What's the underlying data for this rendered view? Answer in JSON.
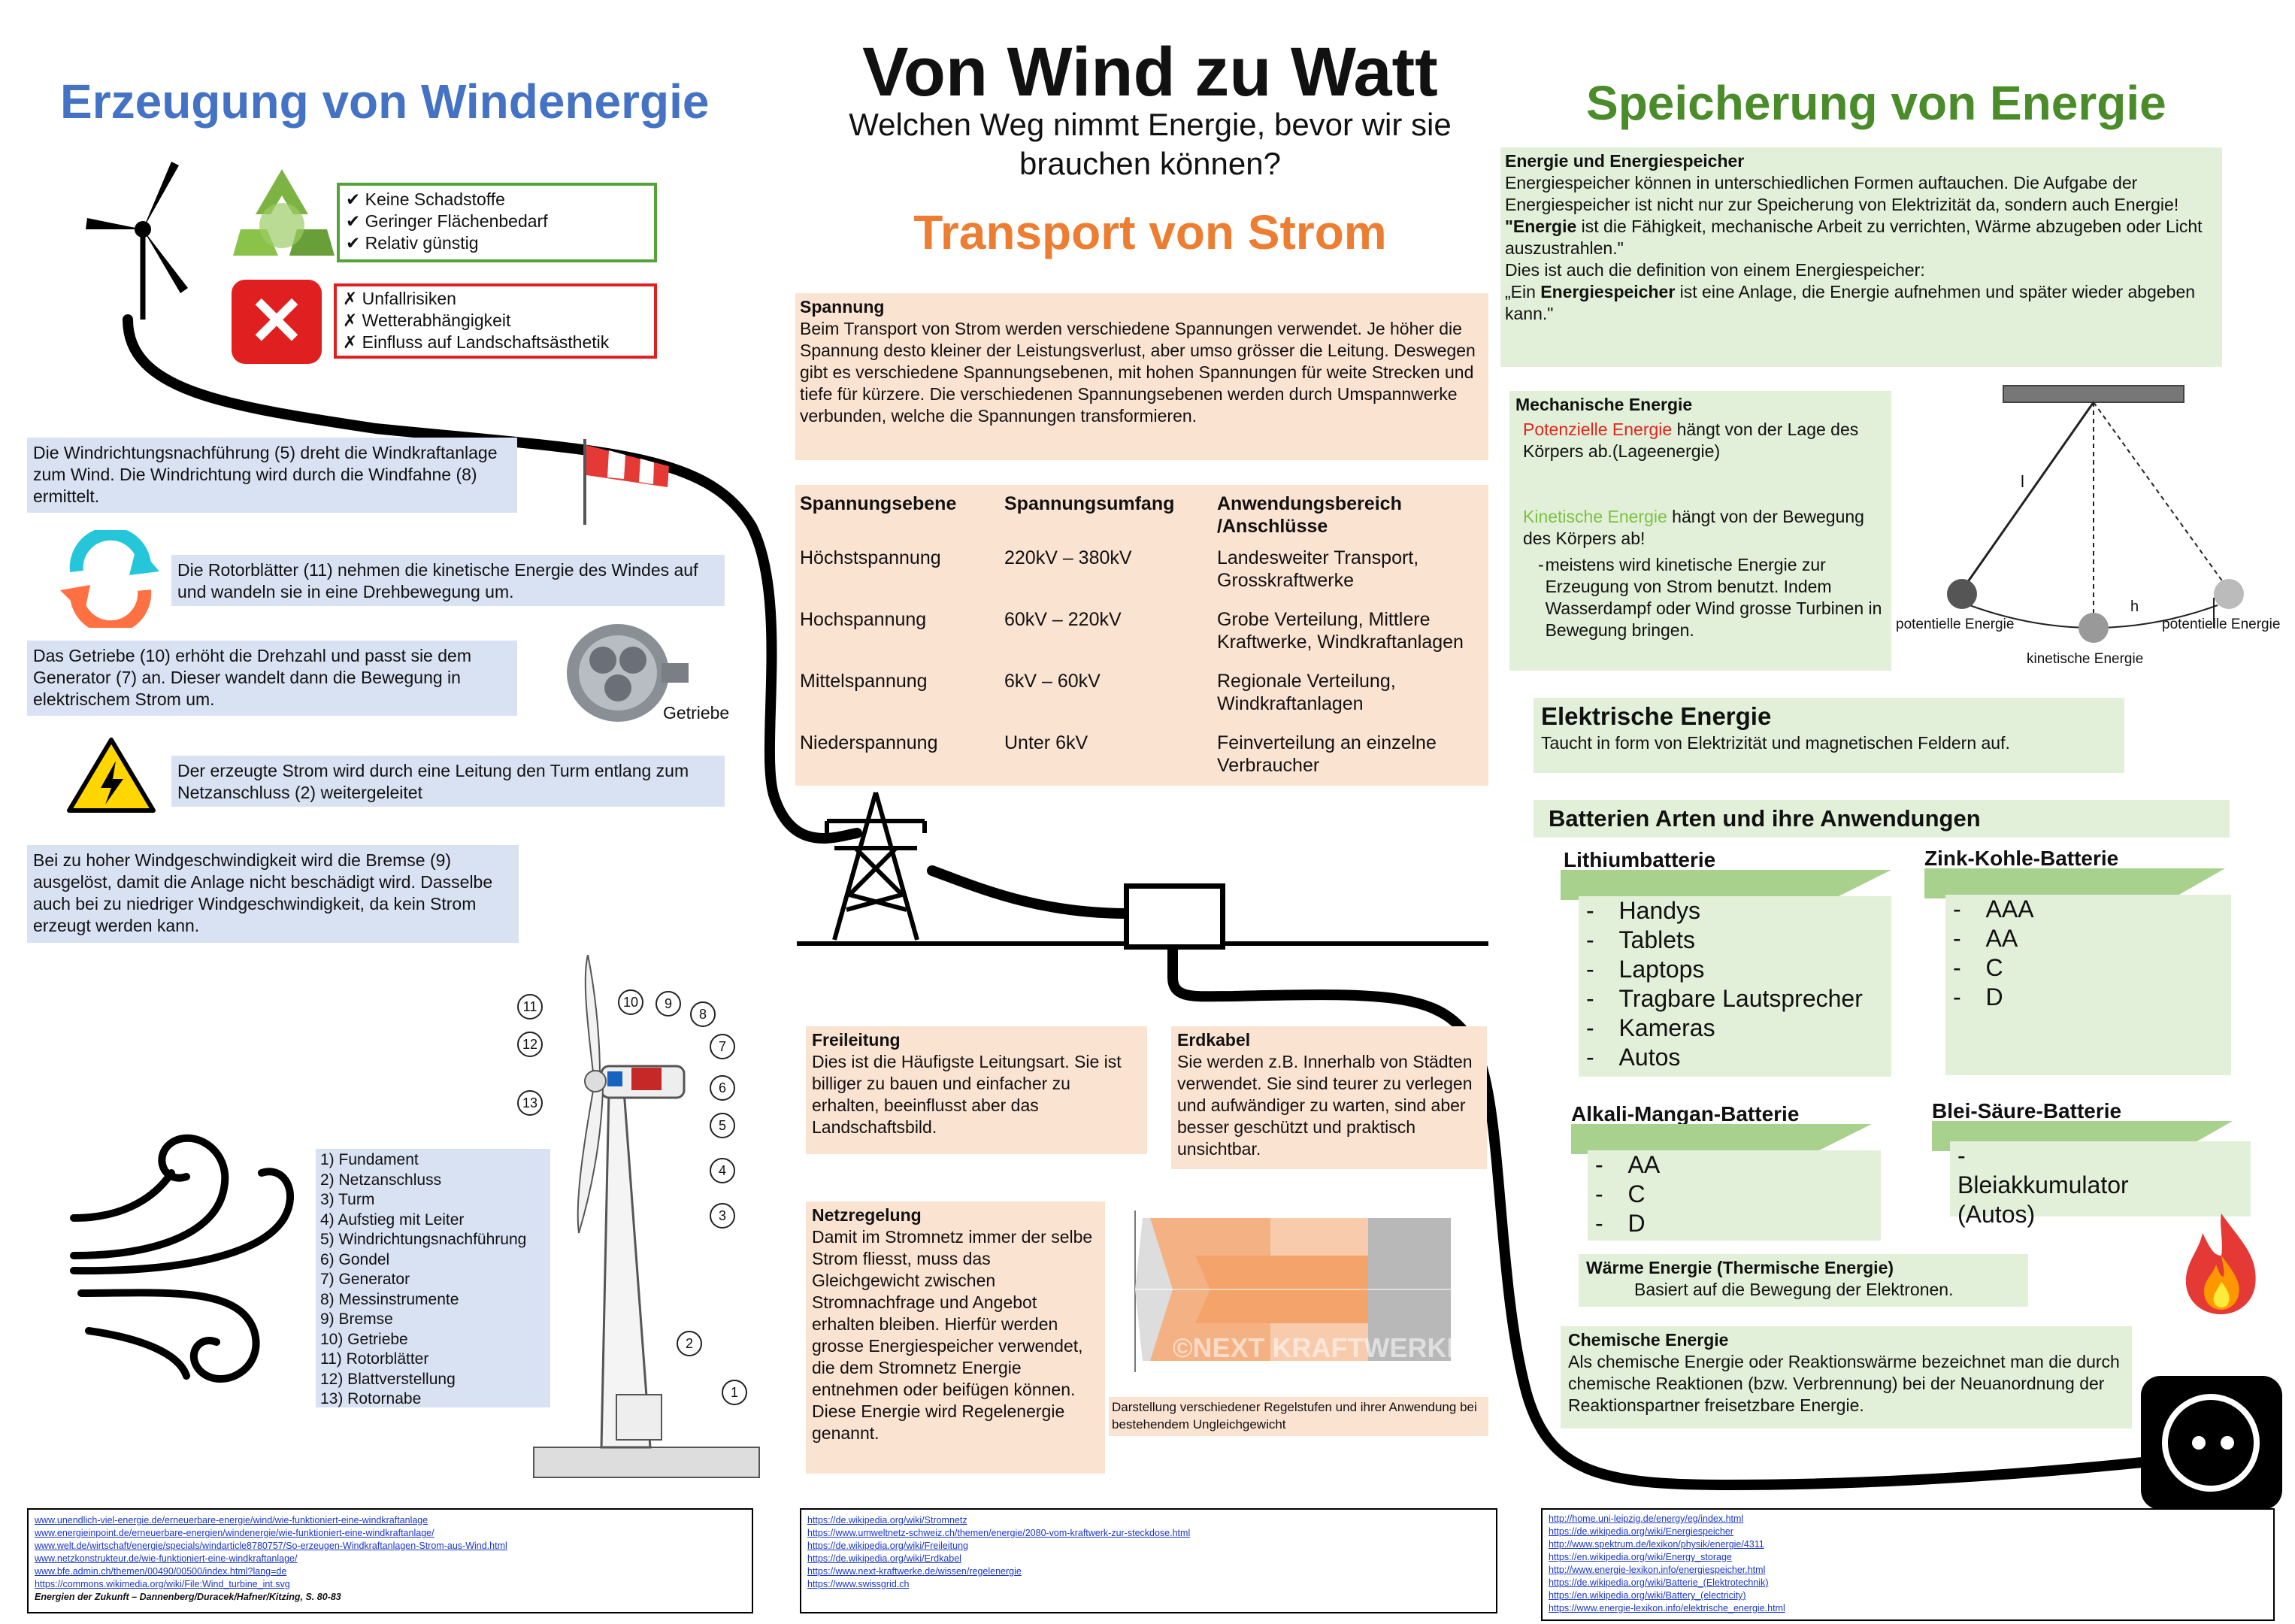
{
  "header": {
    "main_title": "Von Wind zu Watt",
    "subtitle": "Welchen Weg nimmt Energie, bevor wir sie brauchen können?"
  },
  "left": {
    "title": "Erzeugung von Windenergie",
    "pros": [
      "Keine Schadstoffe",
      "Geringer Flächenbedarf",
      "Relativ günstig"
    ],
    "cons": [
      "Unfallrisiken",
      "Wetterabhängigkeit",
      "Einfluss auf Landschaftsästhetik"
    ],
    "info1": "Die Windrichtungsnachführung (5) dreht die Windkraftanlage zum Wind. Die Windrichtung wird durch die Windfahne (8) ermittelt.",
    "info2": "Die Rotorblätter (11) nehmen die kinetische Energie des Windes auf und wandeln sie in eine Drehbewegung um.",
    "info3": "Das Getriebe (10) erhöht die Drehzahl und passt sie dem Generator (7) an. Dieser wandelt dann die Bewegung in elektrischem Strom um.",
    "gear_label": "Getriebe",
    "info4": "Der erzeugte Strom wird durch eine Leitung den Turm entlang zum Netzanschluss (2) weitergeleitet",
    "info5": "Bei zu hoher Windgeschwindigkeit wird die Bremse (9) ausgelöst, damit die Anlage nicht beschädigt wird. Dasselbe auch bei zu niedriger Windgeschwindigkeit, da kein Strom erzeugt werden kann.",
    "legend": [
      "1) Fundament",
      "2) Netzanschluss",
      "3) Turm",
      "4) Aufstieg mit Leiter",
      "5) Windrichtungsnachführung",
      "6) Gondel",
      "7) Generator",
      "8) Messinstrumente",
      "9) Bremse",
      "10) Getriebe",
      "11) Rotorblätter",
      "12) Blattverstellung",
      "13) Rotornabe"
    ],
    "sources": [
      "www.unendlich-viel-energie.de/erneuerbare-energie/wind/wie-funktioniert-eine-windkraftanlage",
      "www.energieinpoint.de/erneuerbare-energien/windenergie/wie-funktioniert-eine-windkraftanlage/",
      "www.welt.de/wirtschaft/energie/specials/windarticle8780757/So-erzeugen-Windkraftanlagen-Strom-aus-Wind.html",
      "www.netzkonstrukteur.de/wie-funktioniert-eine-windkraftanlage/",
      "www.bfe.admin.ch/themen/00490/00500/index.html?lang=de",
      "https://commons.wikimedia.org/wiki/File:Wind_turbine_int.svg"
    ],
    "book_source": "Energien der Zukunft – Dannenberg/Duracek/Hafner/Kitzing, S. 80-83"
  },
  "middle": {
    "title": "Transport von Strom",
    "spannung_title": "Spannung",
    "spannung_text": "Beim Transport von Strom werden verschiedene Spannungen verwendet. Je höher die Spannung desto kleiner der Leistungsverlust, aber umso grösser die Leitung. Deswegen gibt es verschiedene Spannungsebenen, mit hohen Spannungen für weite Strecken und tiefe für kürzere. Die verschiedenen Spannungsebenen werden durch Umspannwerke verbunden, welche die Spannungen transformieren.",
    "table": {
      "headers": [
        "Spannungsebene",
        "Spannungsumfang",
        "Anwendungsbereich /Anschlüsse"
      ],
      "rows": [
        [
          "Höchstspannung",
          "220kV – 380kV",
          "Landesweiter Transport, Grosskraftwerke"
        ],
        [
          "Hochspannung",
          "60kV – 220kV",
          "Grobe Verteilung, Mittlere Kraftwerke, Windkraftanlagen"
        ],
        [
          "Mittelspannung",
          "6kV – 60kV",
          "Regionale Verteilung, Windkraftanlagen"
        ],
        [
          "Niederspannung",
          "Unter 6kV",
          "Feinverteilung an einzelne Verbraucher"
        ]
      ]
    },
    "freileitung_title": "Freileitung",
    "freileitung_text": "Dies ist die Häufigste Leitungsart. Sie ist billiger zu bauen und einfacher zu erhalten, beeinflusst aber das Landschaftsbild.",
    "erdkabel_title": "Erdkabel",
    "erdkabel_text": "Sie werden z.B. Innerhalb von Städten verwendet. Sie sind teurer zu verlegen und aufwändiger zu warten, sind aber besser geschützt und praktisch unsichtbar.",
    "netz_title": "Netzregelung",
    "netz_text": "Damit im Stromnetz immer der selbe Strom fliesst, muss das Gleichgewicht zwischen Stromnachfrage und Angebot erhalten bleiben. Hierfür werden grosse Energiespeicher verwendet, die dem Stromnetz Energie entnehmen oder beifügen können. Diese Energie wird Regelenergie genannt.",
    "chart_watermark": "©NEXT KRAFTWERKE",
    "chart_caption": "Darstellung verschiedener Regelstufen und ihrer Anwendung bei bestehendem Ungleichgewicht",
    "sources": [
      "https://de.wikipedia.org/wiki/Stromnetz",
      "https://www.umweltnetz-schweiz.ch/themen/energie/2080-vom-kraftwerk-zur-steckdose.html",
      "https://de.wikipedia.org/wiki/Freileitung",
      "https://de.wikipedia.org/wiki/Erdkabel",
      "https://www.next-kraftwerke.de/wissen/regelenergie",
      "https://www.swissgrid.ch"
    ]
  },
  "right": {
    "title": "Speicherung von Energie",
    "ee_title": "Energie und Energiespeicher",
    "ee_text1": "Energiespeicher können in unterschiedlichen Formen auftauchen. Die Aufgabe der Energiespeicher ist nicht nur zur Speicherung von Elektrizität da, sondern auch Energie!",
    "ee_quote1_bold": "\"Energie",
    "ee_quote1_rest": " ist die Fähigkeit, mechanische Arbeit zu verrichten, Wärme abzugeben oder Licht auszustrahlen.\"",
    "ee_text2": "Dies ist auch die definition von einem Energiespeicher:",
    "ee_quote2_pre": "„Ein ",
    "ee_quote2_bold": "Energiespeicher",
    "ee_quote2_rest": " ist eine Anlage, die Energie aufnehmen und später wieder abgeben kann.\"",
    "mech_title": "Mechanische Energie",
    "pot_label": "Potenzielle Energie",
    "pot_text": " hängt von der Lage des Körpers ab.(Lageenergie)",
    "kin_label": "Kinetische Energie",
    "kin_text": " hängt von der Bewegung des Körpers ab!",
    "kin_bullet": "meistens wird kinetische Energie zur Erzeugung von Strom benutzt. Indem Wasserdampf oder Wind grosse Turbinen in Bewegung bringen.",
    "pendulum": {
      "left": "potentielle Energie",
      "right": "potentielle Energie",
      "bottom": "kinetische Energie",
      "l": "l",
      "h": "h"
    },
    "elek_title": "Elektrische Energie",
    "elek_text": "Taucht in form von Elektrizität und magnetischen Feldern auf.",
    "bat_title": "Batterien Arten und ihre Anwendungen",
    "lithium_title": "Lithiumbatterie",
    "lithium_items": [
      "Handys",
      "Tablets",
      "Laptops",
      "Tragbare Lautsprecher",
      "Kameras",
      "Autos"
    ],
    "zink_title": "Zink-Kohle-Batterie",
    "zink_items": [
      "AAA",
      "AA",
      "C",
      "D"
    ],
    "alkali_title": "Alkali-Mangan-Batterie",
    "alkali_items": [
      "AA",
      "C",
      "D"
    ],
    "blei_title": "Blei-Säure-Batterie",
    "blei_items": [
      "Bleiakkumulator (Autos)"
    ],
    "waerme_title": "Wärme Energie (Thermische Energie)",
    "waerme_text": "Basiert auf die Bewegung der Elektronen.",
    "chem_title": "Chemische Energie",
    "chem_text": "Als chemische Energie oder Reaktionswärme bezeichnet man die durch chemische Reaktionen (bzw. Verbrennung) bei der Neuanordnung der Reaktionspartner freisetzbare Energie.",
    "sources": [
      "http://home.uni-leipzig.de/energy/eg/index.html",
      "https://de.wikipedia.org/wiki/Energiespeicher",
      "http://www.spektrum.de/lexikon/physik/energie/4311",
      "https://en.wikipedia.org/wiki/Energy_storage",
      "http://www.energie-lexikon.info/energiespeicher.html",
      "https://de.wikipedia.org/wiki/Batterie_(Elektrotechnik)",
      "https://en.wikipedia.org/wiki/Battery_(electricity)",
      "https://www.energie-lexikon.info/elektrische_energie.html"
    ]
  },
  "colors": {
    "blue_title": "#4472c4",
    "orange_title": "#ed7d31",
    "green_title": "#4a8c2a",
    "blue_box": "#d9e2f3",
    "peach_box": "#fbe3d2",
    "green_box": "#e2efd9"
  }
}
